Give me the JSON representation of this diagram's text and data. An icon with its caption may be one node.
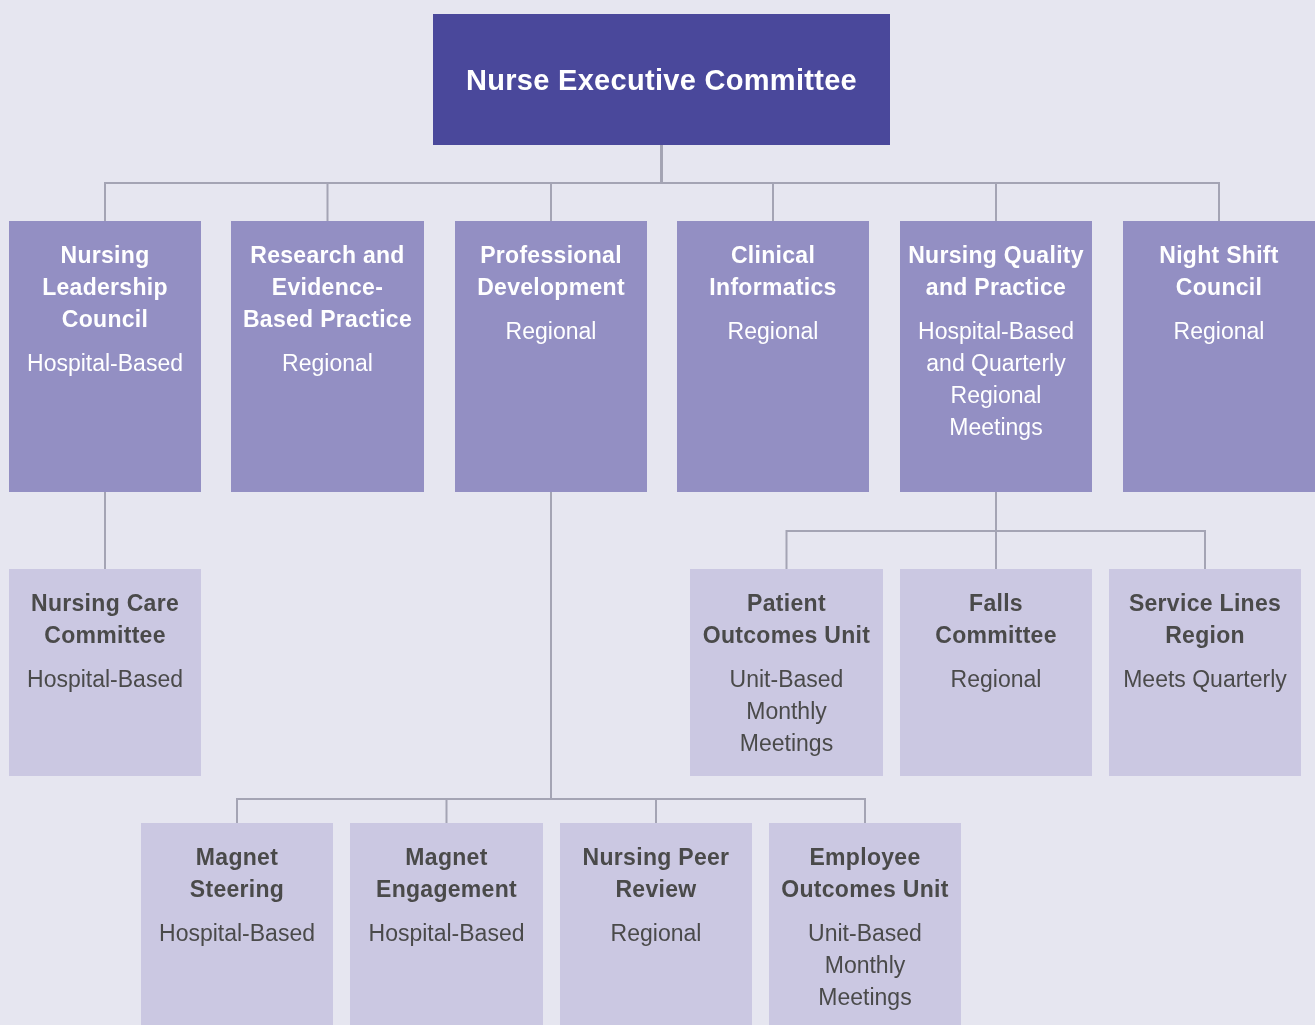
{
  "diagram": {
    "nodes": [
      {
        "text": [
          "Nurse Executive Committee"
        ]
      },
      {
        "text": [
          "Nursing Leadership Council",
          "Hospital-Based"
        ]
      },
      {
        "text": [
          "Research and Evidence-Based Practice",
          "Regional"
        ]
      },
      {
        "text": [
          "Professional Development",
          "Regional"
        ]
      },
      {
        "text": [
          "Clinical Informatics",
          "Regional"
        ]
      },
      {
        "text": [
          "Nursing Quality and Practice",
          "Hospital-Based and Quarterly Regional Meetings"
        ]
      },
      {
        "text": [
          "Night Shift Council",
          "Regional"
        ]
      },
      {
        "text": [
          "Nursing Care Committee",
          "Hospital-Based"
        ]
      },
      {
        "text": [
          "Patient Outcomes Unit",
          "Unit-Based Monthly Meetings"
        ]
      },
      {
        "text": [
          "Falls Committee",
          "Regional"
        ]
      },
      {
        "text": [
          "Service Lines Region",
          "Meets Quarterly"
        ]
      },
      {
        "text": [
          "Magnet Steering",
          "Hospital-Based"
        ]
      },
      {
        "text": [
          "Magnet Engagement",
          "Hospital-Based"
        ]
      },
      {
        "text": [
          "Nursing Peer Review",
          "Regional"
        ]
      },
      {
        "text": [
          "Employee Outcomes Unit",
          "Unit-Based Monthly Meetings"
        ]
      }
    ],
    "edges": [
      {
        "from": 0,
        "to": 1,
        "arrow": "none"
      },
      {
        "from": 0,
        "to": 2,
        "arrow": "none"
      },
      {
        "from": 0,
        "to": 3,
        "arrow": "none"
      },
      {
        "from": 0,
        "to": 4,
        "arrow": "none"
      },
      {
        "from": 0,
        "to": 5,
        "arrow": "none"
      },
      {
        "from": 0,
        "to": 6,
        "arrow": "none"
      },
      {
        "from": 1,
        "to": 7,
        "arrow": "none"
      },
      {
        "from": 5,
        "to": 8,
        "arrow": "none"
      },
      {
        "from": 5,
        "to": 9,
        "arrow": "none"
      },
      {
        "from": 5,
        "to": 10,
        "arrow": "none"
      },
      {
        "from": 3,
        "to": 11,
        "arrow": "none"
      },
      {
        "from": 3,
        "to": 12,
        "arrow": "none"
      },
      {
        "from": 3,
        "to": 13,
        "arrow": "none"
      },
      {
        "from": 3,
        "to": 14,
        "arrow": "none"
      }
    ]
  }
}
